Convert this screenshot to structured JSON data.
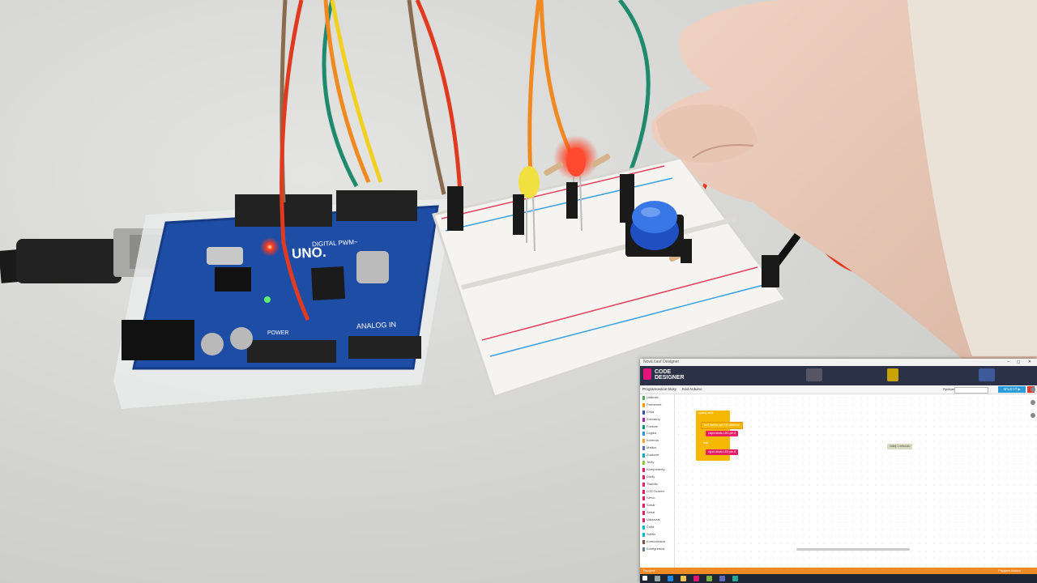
{
  "photo": {
    "board_label_model": "UNO.",
    "board_label_digital": "DIGITAL PWM~",
    "board_label_analog": "ANALOG IN",
    "board_label_power": "POWER"
  },
  "window": {
    "title": "Nová časť Designer",
    "controls": "– ◻ ✕",
    "logo_line1": "CODE",
    "logo_line2": "DESIGNER"
  },
  "toolbar": {
    "tab_blocks": "Programovacie bloky",
    "tab_code": "Kód Arduino",
    "speed_label": "Rýchlosť",
    "run_label": "SPUSTIŤ ▶"
  },
  "palette": {
    "items": [
      {
        "label": "Udalosti",
        "color": "#4caf50"
      },
      {
        "label": "Premenné",
        "color": "#ff9800"
      },
      {
        "label": "Čísla",
        "color": "#3f51b5"
      },
      {
        "label": "Zoznamy",
        "color": "#9c27b0"
      },
      {
        "label": "Funkcie",
        "color": "#009688"
      },
      {
        "label": "Logika",
        "color": "#2196f3"
      },
      {
        "label": "Kontrola",
        "color": "#f9a825"
      },
      {
        "label": "Matika",
        "color": "#5c6bc0"
      },
      {
        "label": "Znakové",
        "color": "#00acc1"
      },
      {
        "label": "Texty",
        "color": "#8bc34a"
      },
      {
        "label": "Komponenty",
        "color": "#e91e63"
      },
      {
        "label": "Diódy",
        "color": "#e91e63"
      },
      {
        "label": "Tlačidlo",
        "color": "#e91e63"
      },
      {
        "label": "LCD Screen",
        "color": "#e91e63"
      },
      {
        "label": "Servo",
        "color": "#e91e63"
      },
      {
        "label": "Sonar",
        "color": "#e91e63"
      },
      {
        "label": "Serial",
        "color": "#e91e63"
      },
      {
        "label": "Ultrazvuk",
        "color": "#e91e63"
      },
      {
        "label": "Čidlá",
        "color": "#00bcd4"
      },
      {
        "label": "Svetlo",
        "color": "#00bcd4"
      },
      {
        "label": "Komunikácia",
        "color": "#795548"
      },
      {
        "label": "Konfigurácia",
        "color": "#607d8b"
      }
    ]
  },
  "workspace": {
    "blocks": [
      {
        "text": "opakuj stále",
        "color": "#f5b800"
      },
      {
        "text": "keď tlačidlo pin 2 je stlačené",
        "color": "#f5b800"
      },
      {
        "text": "zapni diódu LED pin 8",
        "color": "#e91e63"
      },
      {
        "text": "inak",
        "color": "#f5b800"
      },
      {
        "text": "vypni diódu LED pin 8",
        "color": "#e91e63"
      },
      {
        "text": "čakaj 1 sekundu",
        "color": "#d9d9c0"
      }
    ]
  },
  "statusbar": {
    "left": "Pripojené",
    "right": "Pripojené Arduino"
  }
}
